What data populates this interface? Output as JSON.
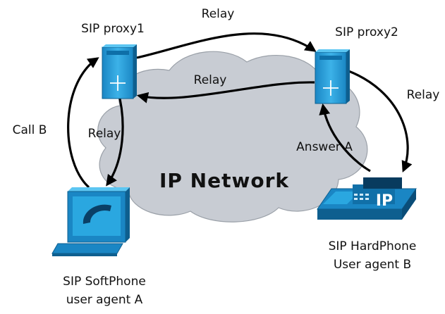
{
  "network": {
    "label": "IP Network"
  },
  "nodes": {
    "proxy1": {
      "label": "SIP proxy1"
    },
    "proxy2": {
      "label": "SIP proxy2"
    },
    "softphone": {
      "line1": "SIP SoftPhone",
      "line2": "user agent A"
    },
    "hardphone": {
      "line1": "SIP HardPhone",
      "line2": "User agent B",
      "screen_text": "IP"
    }
  },
  "edges": {
    "call_b": "Call B",
    "relay_top": "Relay",
    "relay_middle": "Relay",
    "relay_right": "Relay",
    "relay_left": "Relay",
    "answer_a": "Answer A"
  },
  "colors": {
    "cloud": "#c8ccd3",
    "cloud_stroke": "#9aa0a8",
    "device": "#2a9fd6",
    "device_dark": "#1170a8",
    "arrow": "#000000"
  },
  "icons": {
    "proxy": "server-tower-icon",
    "softphone": "computer-monitor-phone-icon",
    "hardphone": "desk-phone-icon"
  }
}
